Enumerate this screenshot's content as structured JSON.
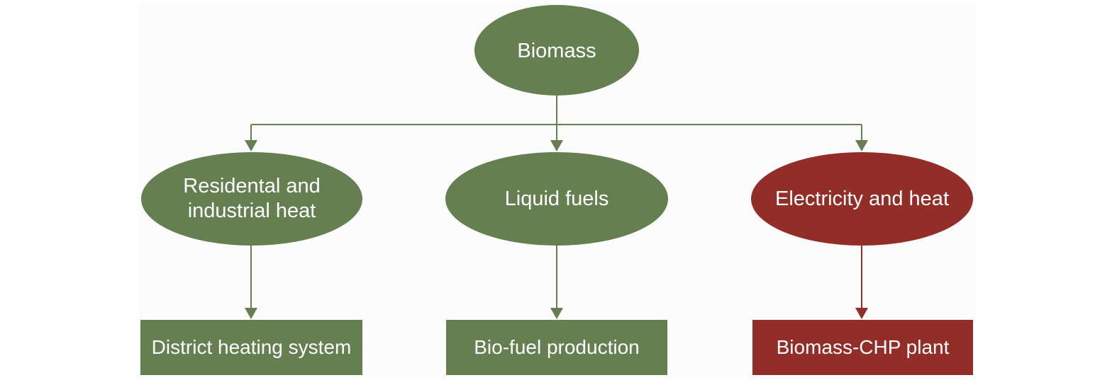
{
  "diagram": {
    "colors": {
      "green": "#657f51",
      "red": "#922d28",
      "text": "#ffffff"
    },
    "root": {
      "label": "Biomass",
      "color": "green"
    },
    "branches": [
      {
        "category": {
          "label_lines": [
            "Residental and",
            "industrial heat"
          ],
          "color": "green"
        },
        "application": {
          "label": "District heating system",
          "color": "green"
        }
      },
      {
        "category": {
          "label_lines": [
            "Liquid fuels"
          ],
          "color": "green"
        },
        "application": {
          "label": "Bio-fuel production",
          "color": "green"
        }
      },
      {
        "category": {
          "label_lines": [
            "Electricity and heat"
          ],
          "color": "red"
        },
        "application": {
          "label": "Biomass-CHP plant",
          "color": "red"
        }
      }
    ],
    "edges": [
      {
        "from": "Biomass",
        "to": "Residental and industrial heat"
      },
      {
        "from": "Biomass",
        "to": "Liquid fuels"
      },
      {
        "from": "Biomass",
        "to": "Electricity and heat"
      },
      {
        "from": "Residental and industrial heat",
        "to": "District heating system"
      },
      {
        "from": "Liquid fuels",
        "to": "Bio-fuel production"
      },
      {
        "from": "Electricity and heat",
        "to": "Biomass-CHP plant"
      }
    ]
  }
}
